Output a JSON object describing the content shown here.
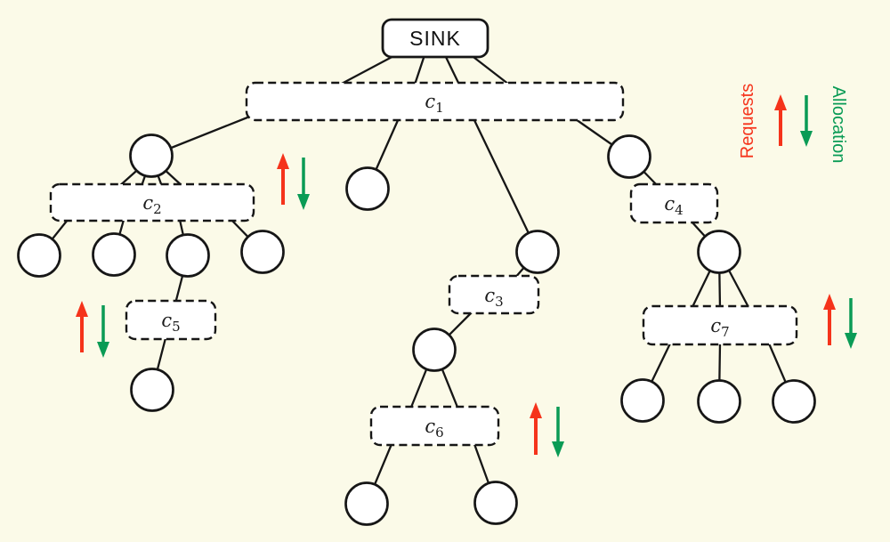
{
  "figure": {
    "background": "#fbfae8",
    "ink": "#161616",
    "node_fill": "#ffffff"
  },
  "sink": {
    "label": "SINK"
  },
  "clusters": {
    "c1": {
      "base": "c",
      "sub": "1"
    },
    "c2": {
      "base": "c",
      "sub": "2"
    },
    "c3": {
      "base": "c",
      "sub": "3"
    },
    "c4": {
      "base": "c",
      "sub": "4"
    },
    "c5": {
      "base": "c",
      "sub": "5"
    },
    "c6": {
      "base": "c",
      "sub": "6"
    },
    "c7": {
      "base": "c",
      "sub": "7"
    }
  },
  "legend": {
    "requests_label": "Requests",
    "allocation_label": "Allocation",
    "requests_color": "#f5331b",
    "allocation_color": "#0a9b55"
  },
  "structure": {
    "root": "SINK",
    "cluster_ids": [
      "c1",
      "c2",
      "c3",
      "c4",
      "c5",
      "c6",
      "c7"
    ],
    "clusters_with_arrow_pairs": [
      "c2",
      "c5",
      "c6",
      "c7"
    ],
    "circle_node_count": 16
  }
}
